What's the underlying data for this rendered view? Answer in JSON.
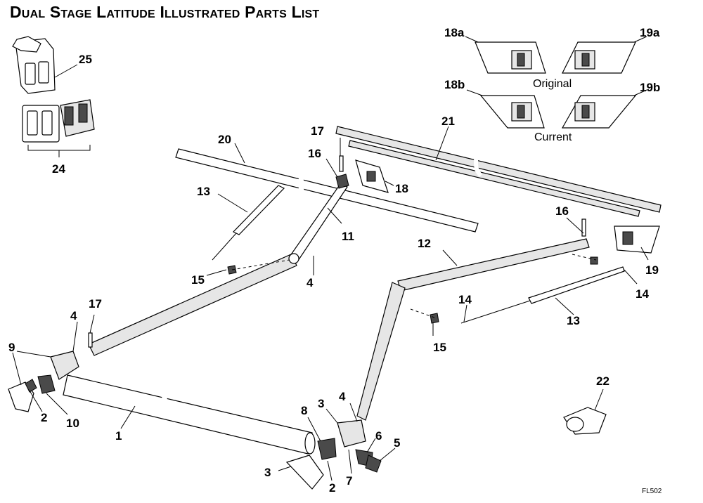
{
  "title": "Dual Stage Latitude Illustrated Parts List",
  "figure_code": "FL502",
  "bracket_labels": {
    "original": "Original",
    "current": "Current"
  },
  "callouts": {
    "c25": "25",
    "c24": "24",
    "c20": "20",
    "c17a": "17",
    "c16a": "16",
    "c18": "18",
    "c21": "21",
    "c13a": "13",
    "c11": "11",
    "c15a": "15",
    "c4a": "4",
    "c17b": "17",
    "c4b": "4",
    "c9": "9",
    "c2a": "2",
    "c10": "10",
    "c1": "1",
    "c16b": "16",
    "c12": "12",
    "c19": "19",
    "c14a": "14",
    "c14b": "14",
    "c13b": "13",
    "c15b": "15",
    "c3a": "3",
    "c4c": "4",
    "c8": "8",
    "c6": "6",
    "c5": "5",
    "c3b": "3",
    "c2b": "2",
    "c7": "7",
    "c22": "22",
    "c18a": "18a",
    "c19a": "19a",
    "c18b": "18b",
    "c19b": "19b"
  }
}
